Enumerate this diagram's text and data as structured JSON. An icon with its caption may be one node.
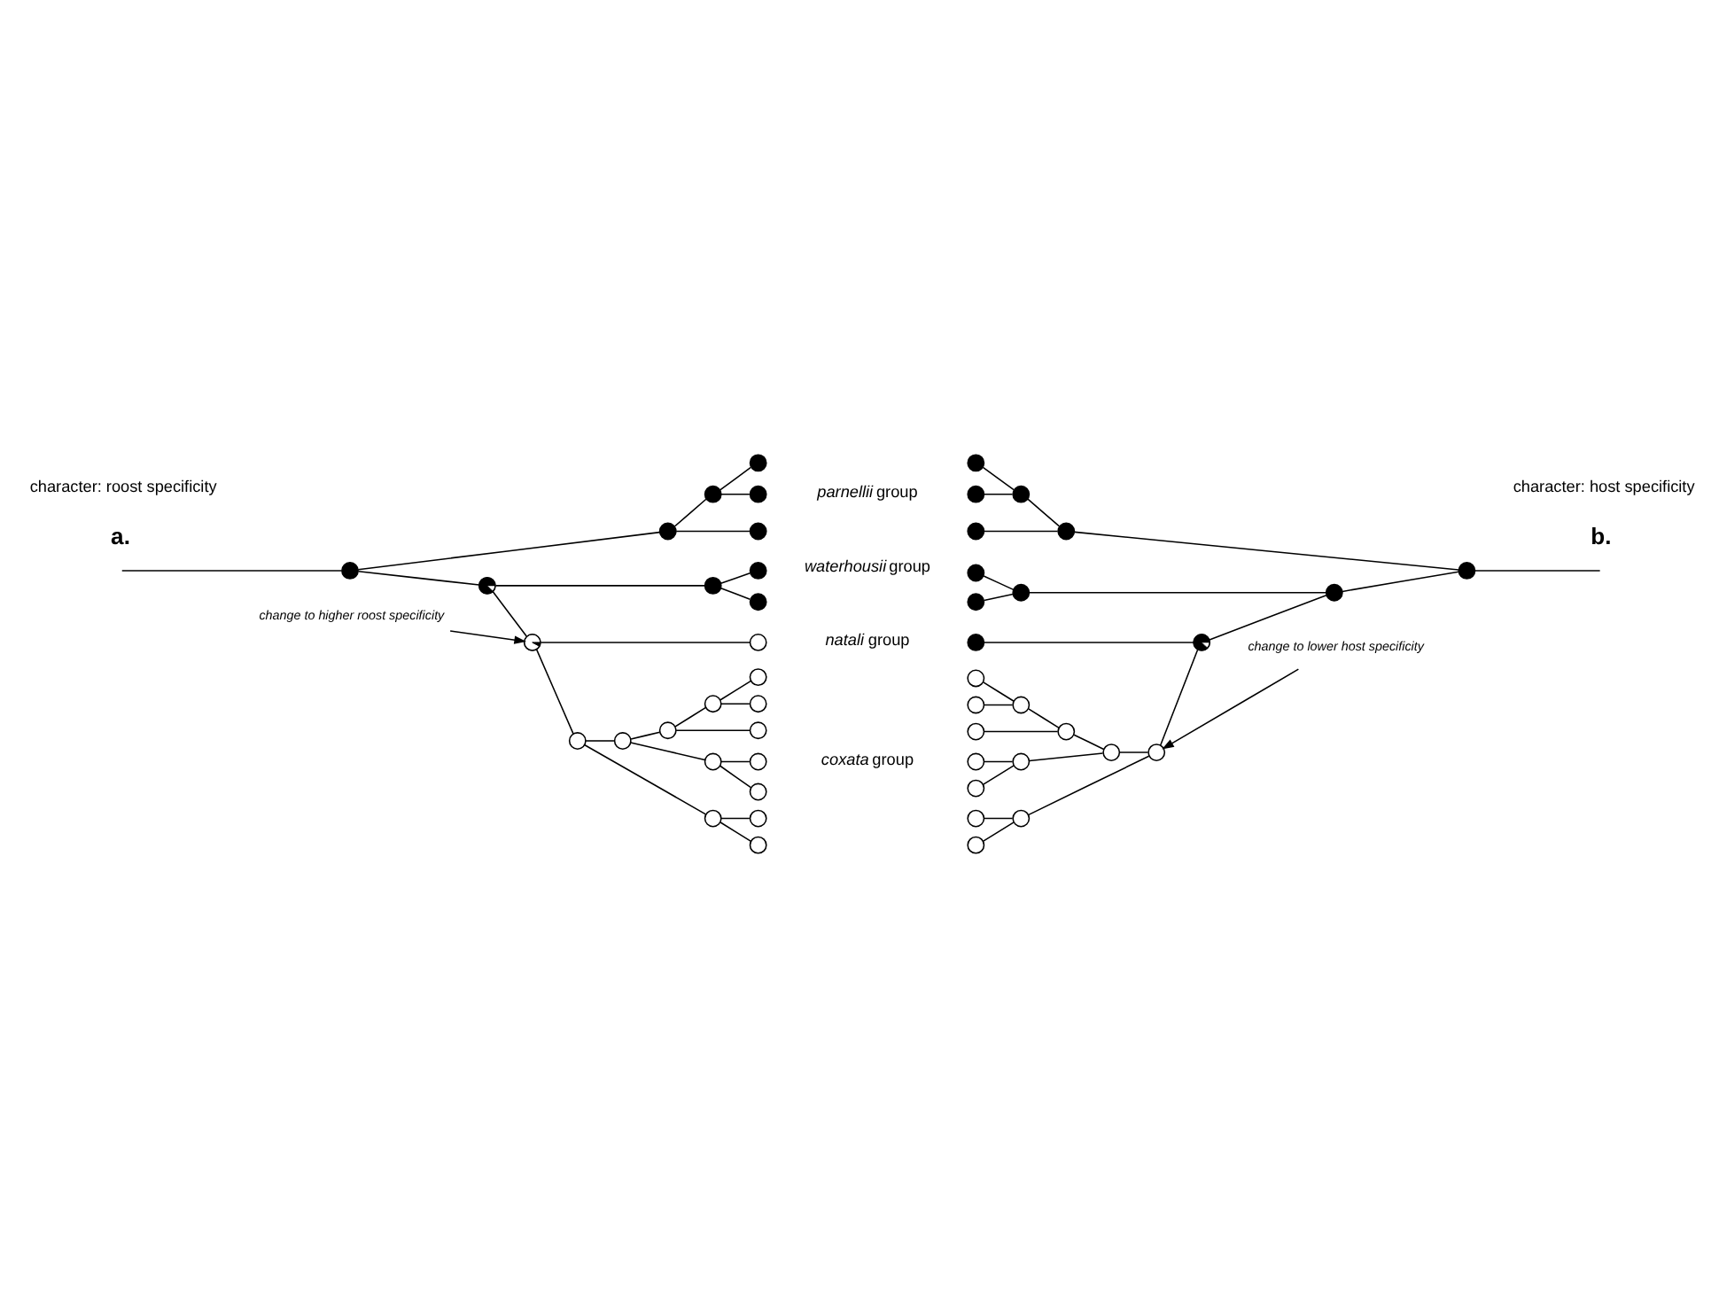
{
  "diagram": {
    "nodes": [
      {
        "text": [],
        "shape": "circle"
      },
      {
        "text": [],
        "shape": "circle"
      },
      {
        "text": [],
        "shape": "circle"
      },
      {
        "text": [],
        "shape": "circle"
      },
      {
        "text": [],
        "shape": "circle"
      },
      {
        "text": [],
        "shape": "circle"
      },
      {
        "text": [],
        "shape": "circle"
      },
      {
        "text": [],
        "shape": "circle"
      },
      {
        "text": [],
        "shape": "circle"
      },
      {
        "text": [],
        "shape": "circle"
      },
      {
        "text": [],
        "shape": "circle"
      },
      {
        "text": [],
        "shape": "circle"
      },
      {
        "text": [],
        "shape": "circle"
      },
      {
        "text": [],
        "shape": "circle"
      },
      {
        "text": [],
        "shape": "circle"
      },
      {
        "text": [],
        "shape": "circle"
      },
      {
        "text": [],
        "shape": "circle"
      },
      {
        "text": [],
        "shape": "circle"
      },
      {
        "text": [],
        "shape": "circle"
      },
      {
        "text": [],
        "shape": "circle"
      },
      {
        "text": [],
        "shape": "circle"
      },
      {
        "text": [],
        "shape": "circle"
      },
      {
        "text": [],
        "shape": "circle"
      },
      {
        "text": [],
        "shape": "circle"
      },
      {
        "text": [],
        "shape": "circle"
      },
      {
        "text": [
          "change to higher roost specificity"
        ]
      },
      {
        "text": [],
        "shape": "circle"
      },
      {
        "text": [],
        "shape": "circle"
      },
      {
        "text": [],
        "shape": "circle"
      },
      {
        "text": [],
        "shape": "circle"
      },
      {
        "text": [],
        "shape": "circle"
      },
      {
        "text": [],
        "shape": "circle"
      },
      {
        "text": [],
        "shape": "circle"
      },
      {
        "text": [],
        "shape": "circle"
      },
      {
        "text": [],
        "shape": "circle"
      },
      {
        "text": [],
        "shape": "circle"
      },
      {
        "text": [],
        "shape": "circle"
      },
      {
        "text": [],
        "shape": "circle"
      },
      {
        "text": [],
        "shape": "circle"
      },
      {
        "text": [],
        "shape": "circle"
      },
      {
        "text": [],
        "shape": "circle"
      },
      {
        "text": [],
        "shape": "circle"
      },
      {
        "text": [],
        "shape": "circle"
      },
      {
        "text": [],
        "shape": "circle"
      },
      {
        "text": [],
        "shape": "circle"
      },
      {
        "text": [],
        "shape": "circle"
      },
      {
        "text": [],
        "shape": "circle"
      },
      {
        "text": [],
        "shape": "circle"
      },
      {
        "text": [],
        "shape": "circle"
      },
      {
        "text": [],
        "shape": "circle"
      },
      {
        "text": [],
        "shape": "circle"
      },
      {
        "text": [
          "change to lower host specificity"
        ]
      }
    ],
    "edges": [
      {
        "from": null,
        "to": 0,
        "arrow": "none"
      },
      {
        "from": 0,
        "to": 1,
        "arrow": "none"
      },
      {
        "from": 1,
        "to": 2,
        "arrow": "none"
      },
      {
        "from": 2,
        "to": 3,
        "arrow": "none"
      },
      {
        "from": 2,
        "to": 4,
        "arrow": "none"
      },
      {
        "from": 1,
        "to": 5,
        "arrow": "none"
      },
      {
        "from": 0,
        "to": 6,
        "arrow": "none"
      },
      {
        "from": 6,
        "to": 7,
        "arrow": "none"
      },
      {
        "from": 7,
        "to": 8,
        "arrow": "none"
      },
      {
        "from": 7,
        "to": 9,
        "arrow": "none"
      },
      {
        "from": 6,
        "to": 10,
        "arrow": "none"
      },
      {
        "from": 10,
        "to": 11,
        "arrow": "none"
      },
      {
        "from": 10,
        "to": 12,
        "arrow": "none"
      },
      {
        "from": 12,
        "to": 13,
        "arrow": "none"
      },
      {
        "from": 13,
        "to": 14,
        "arrow": "none"
      },
      {
        "from": 14,
        "to": 15,
        "arrow": "none"
      },
      {
        "from": 15,
        "to": 16,
        "arrow": "none"
      },
      {
        "from": 15,
        "to": 17,
        "arrow": "none"
      },
      {
        "from": 14,
        "to": 18,
        "arrow": "none"
      },
      {
        "from": 13,
        "to": 19,
        "arrow": "none"
      },
      {
        "from": 19,
        "to": 20,
        "arrow": "none"
      },
      {
        "from": 19,
        "to": 21,
        "arrow": "none"
      },
      {
        "from": 12,
        "to": 22,
        "arrow": "none"
      },
      {
        "from": 22,
        "to": 23,
        "arrow": "none"
      },
      {
        "from": 22,
        "to": 24,
        "arrow": "none"
      },
      {
        "from": 25,
        "to": 10,
        "arrow": "to"
      },
      {
        "from": null,
        "to": 26,
        "arrow": "none"
      },
      {
        "from": 26,
        "to": 27,
        "arrow": "none"
      },
      {
        "from": 27,
        "to": 28,
        "arrow": "none"
      },
      {
        "from": 28,
        "to": 29,
        "arrow": "none"
      },
      {
        "from": 28,
        "to": 30,
        "arrow": "none"
      },
      {
        "from": 27,
        "to": 31,
        "arrow": "none"
      },
      {
        "from": 26,
        "to": 32,
        "arrow": "none"
      },
      {
        "from": 32,
        "to": 33,
        "arrow": "none"
      },
      {
        "from": 33,
        "to": 34,
        "arrow": "none"
      },
      {
        "from": 33,
        "to": 35,
        "arrow": "none"
      },
      {
        "from": 32,
        "to": 36,
        "arrow": "none"
      },
      {
        "from": 36,
        "to": 37,
        "arrow": "none"
      },
      {
        "from": 36,
        "to": 38,
        "arrow": "none"
      },
      {
        "from": 38,
        "to": 39,
        "arrow": "none"
      },
      {
        "from": 39,
        "to": 40,
        "arrow": "none"
      },
      {
        "from": 40,
        "to": 41,
        "arrow": "none"
      },
      {
        "from": 41,
        "to": 42,
        "arrow": "none"
      },
      {
        "from": 41,
        "to": 43,
        "arrow": "none"
      },
      {
        "from": 40,
        "to": 44,
        "arrow": "none"
      },
      {
        "from": 39,
        "to": 45,
        "arrow": "none"
      },
      {
        "from": 45,
        "to": 46,
        "arrow": "none"
      },
      {
        "from": 45,
        "to": 47,
        "arrow": "none"
      },
      {
        "from": 38,
        "to": 48,
        "arrow": "none"
      },
      {
        "from": 48,
        "to": 49,
        "arrow": "none"
      },
      {
        "from": 48,
        "to": 50,
        "arrow": "none"
      },
      {
        "from": 51,
        "to": 38,
        "arrow": "to"
      }
    ],
    "labels": [
      "a.",
      "b.",
      "*parnellii* group",
      "*waterhousii* group",
      "*natali* group",
      "*coxata* group",
      "character: roost specificity",
      "character: host specificity"
    ]
  }
}
